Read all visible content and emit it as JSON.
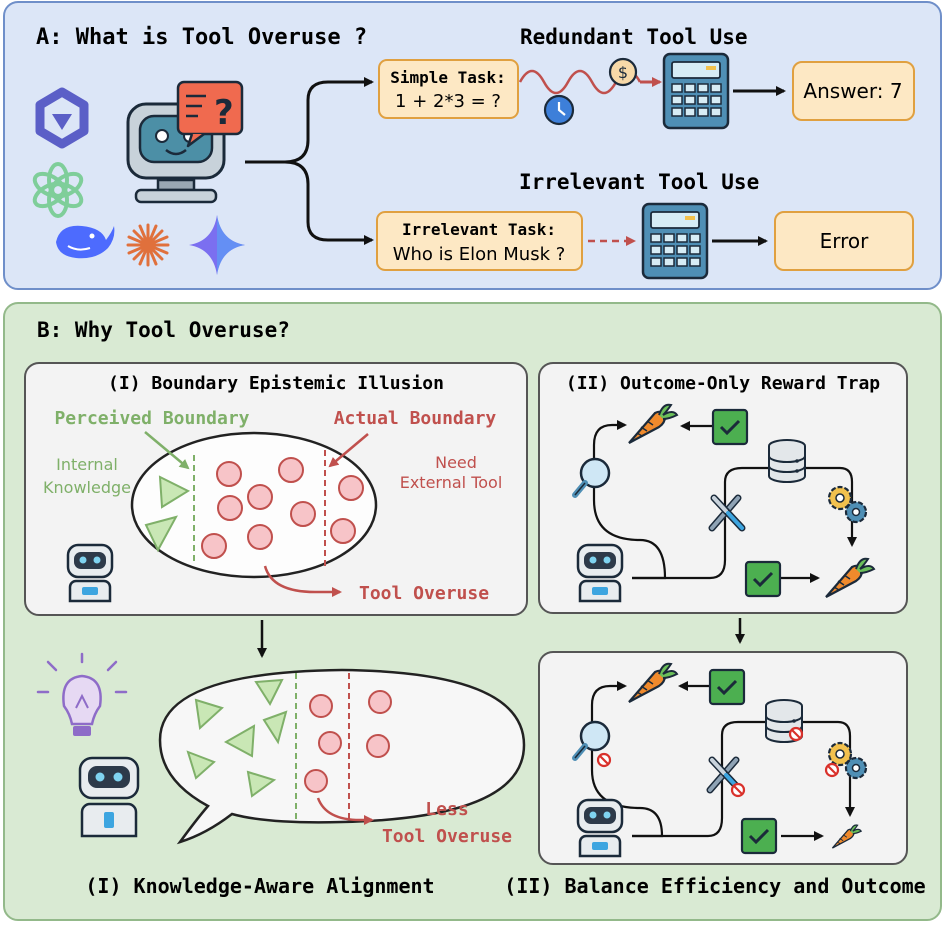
{
  "panel_a": {
    "title": "A: What is Tool Overuse ?",
    "redundant_heading": "Redundant Tool Use",
    "irrelevant_heading": "Irrelevant Tool Use",
    "simple_task_label": "Simple Task:",
    "simple_task_expr": "1 + 2*3 = ?",
    "irrelevant_task_label": "Irrelevant Task:",
    "irrelevant_task_question": "Who is Elon Musk ?",
    "answer": "Answer: 7",
    "error": "Error",
    "dollar_symbol": "$"
  },
  "panel_b": {
    "title": "B: Why Tool Overuse?",
    "illusion_title": "(I) Boundary Epistemic Illusion",
    "perceived_boundary": "Perceived Boundary",
    "actual_boundary": "Actual Boundary",
    "internal_knowledge_1": "Internal",
    "internal_knowledge_2": "Knowledge",
    "need_external_1": "Need",
    "need_external_2": "External Tool",
    "tool_overuse": "Tool Overuse",
    "reward_trap_title": "(II) Outcome-Only Reward Trap",
    "less_1": "Less",
    "less_2": "Tool Overuse",
    "alignment_caption": "(I) Knowledge-Aware Alignment",
    "balance_caption": "(II) Balance Efficiency and Outcome"
  },
  "colors": {
    "panel_a_bg": "#dce6f7",
    "panel_a_border": "#6f8fc9",
    "panel_b_bg": "#d9ead3",
    "panel_b_border": "#93b98a",
    "task_box": "#fde8c4",
    "task_border": "#e0a040",
    "green_text": "#7fb069",
    "red_text": "#c0504d",
    "circle_fill": "#f7c4c8",
    "triangle_fill": "#c9e7b5"
  },
  "icons": [
    "qwen-logo-icon",
    "chatgpt-logo-icon",
    "deepseek-whale-icon",
    "claude-burst-icon",
    "gemini-star-icon",
    "robot-icon",
    "question-bubble-icon",
    "calculator-icon",
    "clock-icon",
    "dollar-coin-icon",
    "carrot-icon",
    "checkmark-icon",
    "magnifier-icon",
    "database-icon",
    "tools-icon",
    "gears-icon",
    "lightbulb-icon",
    "prohibited-icon"
  ]
}
